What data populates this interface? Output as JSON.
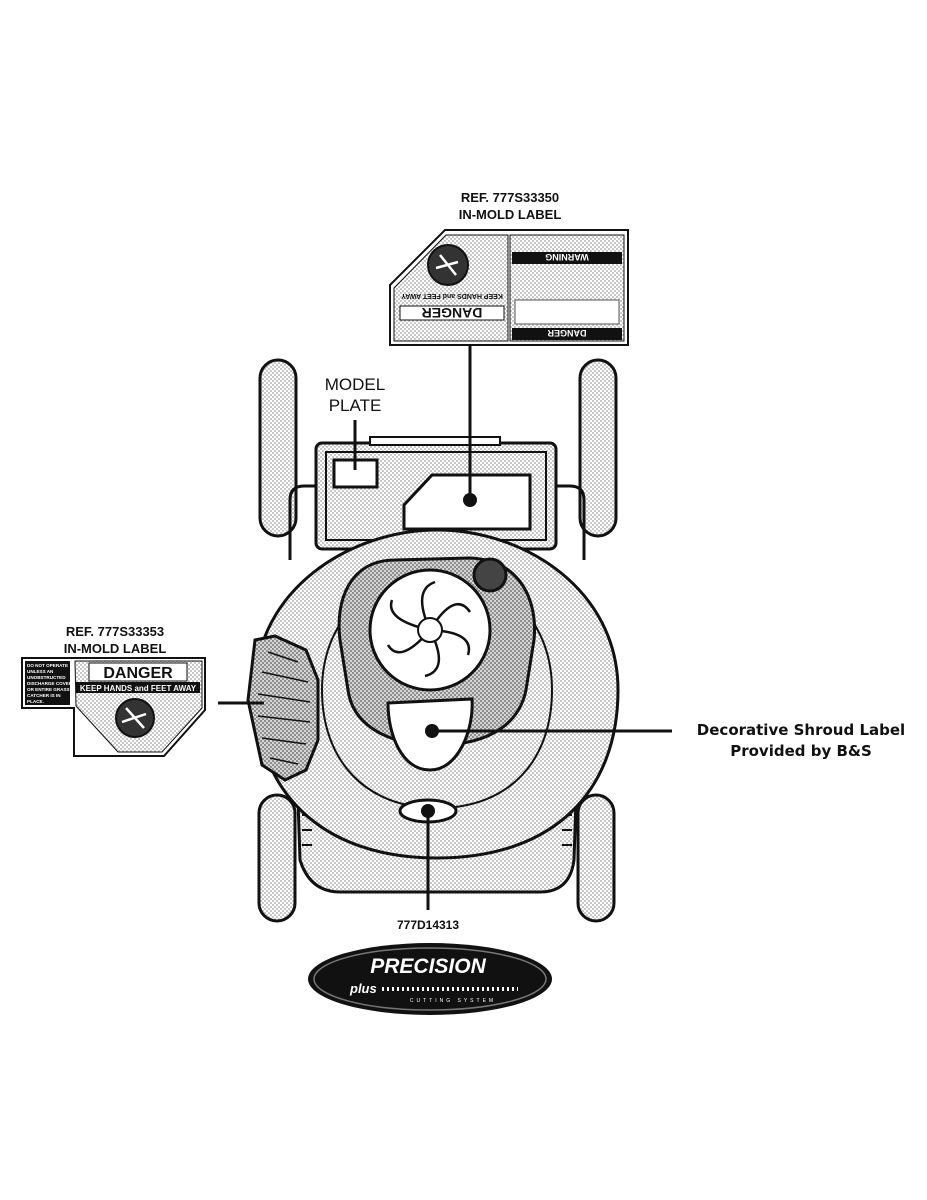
{
  "labels": {
    "top_ref": {
      "ref": "REF. 777S33350",
      "type": "IN-MOLD LABEL"
    },
    "left_ref": {
      "ref": "REF. 777S33353",
      "type": "IN-MOLD LABEL"
    },
    "model_plate": {
      "line1": "MODEL",
      "line2": "PLATE"
    },
    "shroud": {
      "line1": "Decorative Shroud Label",
      "line2": "Provided by B&S"
    },
    "part_number": "777D14313"
  },
  "top_label_decal": {
    "danger_word": "DANGER",
    "keep_away": "KEEP HANDS and FEET AWAY",
    "warning_word": "WARNING"
  },
  "left_label_decal": {
    "danger_word": "DANGER",
    "keep_away": "KEEP HANDS and FEET AWAY",
    "notice": [
      "DO NOT OPERATE",
      "UNLESS AN",
      "UNOBSTRUCTED",
      "DISCHARGE COVER",
      "OR ENTIRE GRASS",
      "CATCHER IS IN",
      "PLACE."
    ]
  },
  "logo": {
    "brand": "PRECISION",
    "plus": "plus",
    "system": "CUTTING SYSTEM"
  },
  "colors": {
    "ink": "#111111",
    "hatch": "#cfcfcf",
    "background": "#ffffff"
  }
}
